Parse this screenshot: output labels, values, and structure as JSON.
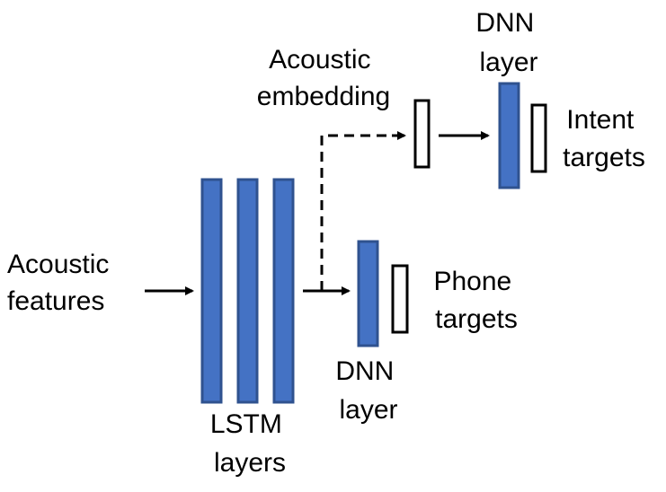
{
  "labels": {
    "acoustic_features": [
      "Acoustic",
      "features"
    ],
    "lstm_layers": [
      "LSTM",
      "layers"
    ],
    "dnn_layer_phone": [
      "DNN",
      "layer"
    ],
    "phone_targets": [
      "Phone",
      "targets"
    ],
    "acoustic_embedding": [
      "Acoustic",
      "embedding"
    ],
    "dnn_layer_intent": [
      "DNN",
      "layer"
    ],
    "intent_targets": [
      "Intent",
      "targets"
    ]
  },
  "colors": {
    "layer_fill": "#4472C4",
    "layer_stroke": "#2F528F",
    "target_stroke": "#000000",
    "arrow": "#000000"
  }
}
